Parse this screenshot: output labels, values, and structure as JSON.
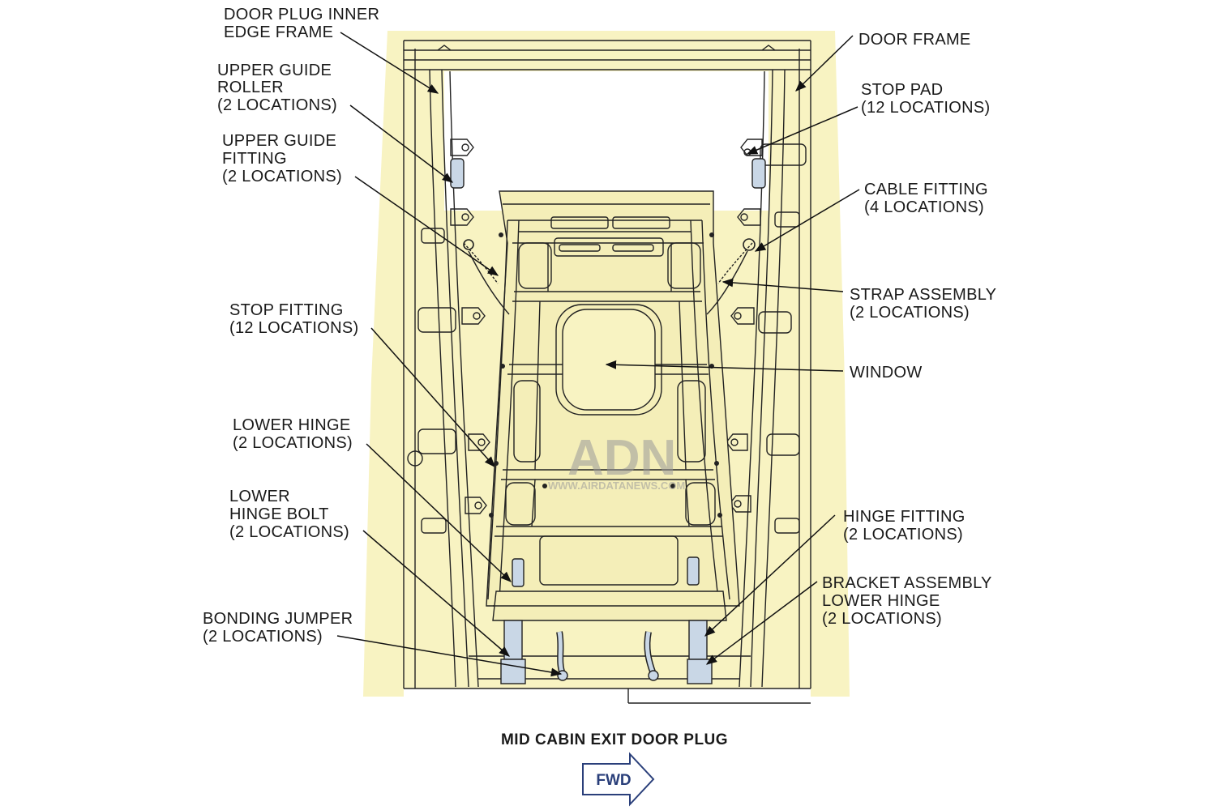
{
  "caption": "MID CABIN EXIT DOOR PLUG",
  "direction_label": "FWD",
  "watermark": {
    "mark": "ADN",
    "url": "WWW.AIRDATANEWS.COM"
  },
  "colors": {
    "fill": "#f8f3c2",
    "line": "#222222",
    "fitting": "#c9d7e6",
    "arrow": "#2a3f7a"
  },
  "callouts": {
    "door_plug_inner_edge_frame": [
      "DOOR PLUG INNER",
      "EDGE FRAME"
    ],
    "upper_guide_roller": [
      "UPPER GUIDE",
      "ROLLER",
      "(2 LOCATIONS)"
    ],
    "upper_guide_fitting": [
      "UPPER GUIDE",
      "FITTING",
      "(2 LOCATIONS)"
    ],
    "stop_fitting": [
      "STOP FITTING",
      "(12 LOCATIONS)"
    ],
    "lower_hinge": [
      "LOWER HINGE",
      "(2 LOCATIONS)"
    ],
    "lower_hinge_bolt": [
      "LOWER",
      "HINGE BOLT",
      "(2 LOCATIONS)"
    ],
    "bonding_jumper": [
      "BONDING JUMPER",
      "(2 LOCATIONS)"
    ],
    "door_frame": [
      "DOOR FRAME"
    ],
    "stop_pad": [
      "STOP PAD",
      "(12 LOCATIONS)"
    ],
    "cable_fitting": [
      "CABLE FITTING",
      "(4 LOCATIONS)"
    ],
    "strap_assembly": [
      "STRAP ASSEMBLY",
      "(2 LOCATIONS)"
    ],
    "window": [
      "WINDOW"
    ],
    "hinge_fitting": [
      "HINGE FITTING",
      "(2 LOCATIONS)"
    ],
    "bracket_assembly_lower_hinge": [
      "BRACKET ASSEMBLY",
      "LOWER HINGE",
      "(2 LOCATIONS)"
    ]
  }
}
